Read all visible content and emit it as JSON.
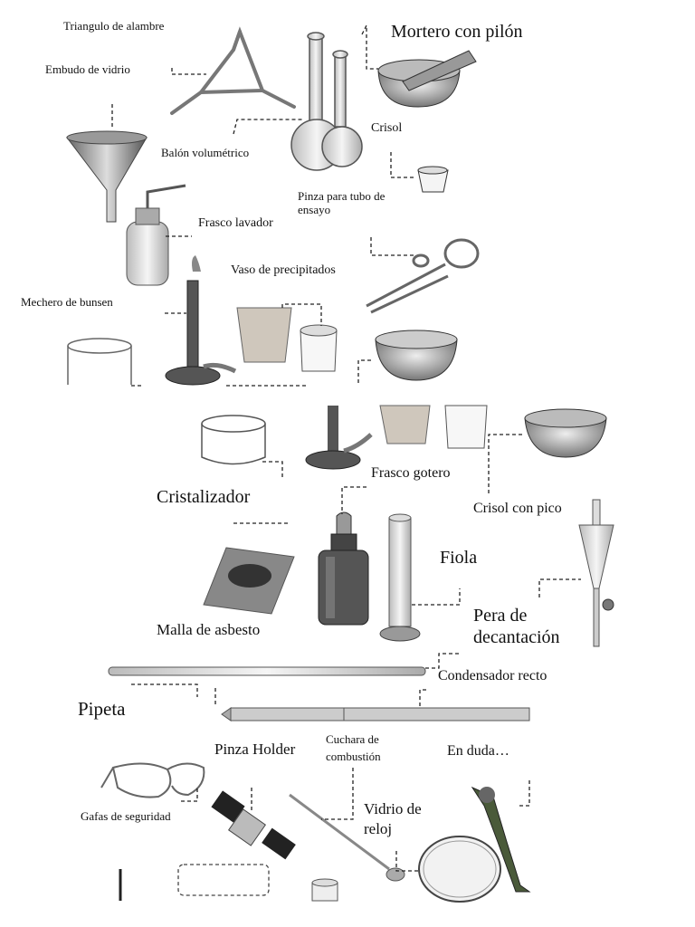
{
  "labels": {
    "triangulo": "Triangulo de alambre",
    "embudo": "Embudo de vidrio",
    "mortero": "Mortero con pilón",
    "balon": "Balón volumétrico",
    "crisol": "Crisol",
    "pinza_tubo": "Pinza para tubo de ensayo",
    "frasco_lavador": "Frasco lavador",
    "vaso": "Vaso de precipitados",
    "mechero": "Mechero de bunsen",
    "frasco_gotero": "Frasco gotero",
    "cristalizador": "Cristalizador",
    "crisol_pico": "Crisol con pico",
    "fiola": "Fiola",
    "pera": "Pera de decantación",
    "malla": "Malla de asbesto",
    "condensador": "Condensador recto",
    "pipeta": "Pipeta",
    "cuchara": "Cuchara de combustión",
    "pinza_holder": "Pinza Holder",
    "en_duda": "En duda…",
    "gafas": "Gafas de seguridad",
    "vidrio_reloj": "Vidrio de reloj"
  },
  "items": [
    "wire-triangle",
    "glass-funnel",
    "mortar-and-pestle",
    "volumetric-flask",
    "crucible",
    "test-tube-clamp",
    "wash-bottle",
    "beaker",
    "bunsen-burner",
    "dropper-bottle",
    "crystallizing-dish",
    "evaporating-dish",
    "graduated-cylinder",
    "separatory-funnel",
    "asbestos-gauze",
    "straight-condenser",
    "pipette",
    "combustion-spoon",
    "holder-clamp",
    "unknown-clamp",
    "safety-goggles",
    "watch-glass"
  ]
}
